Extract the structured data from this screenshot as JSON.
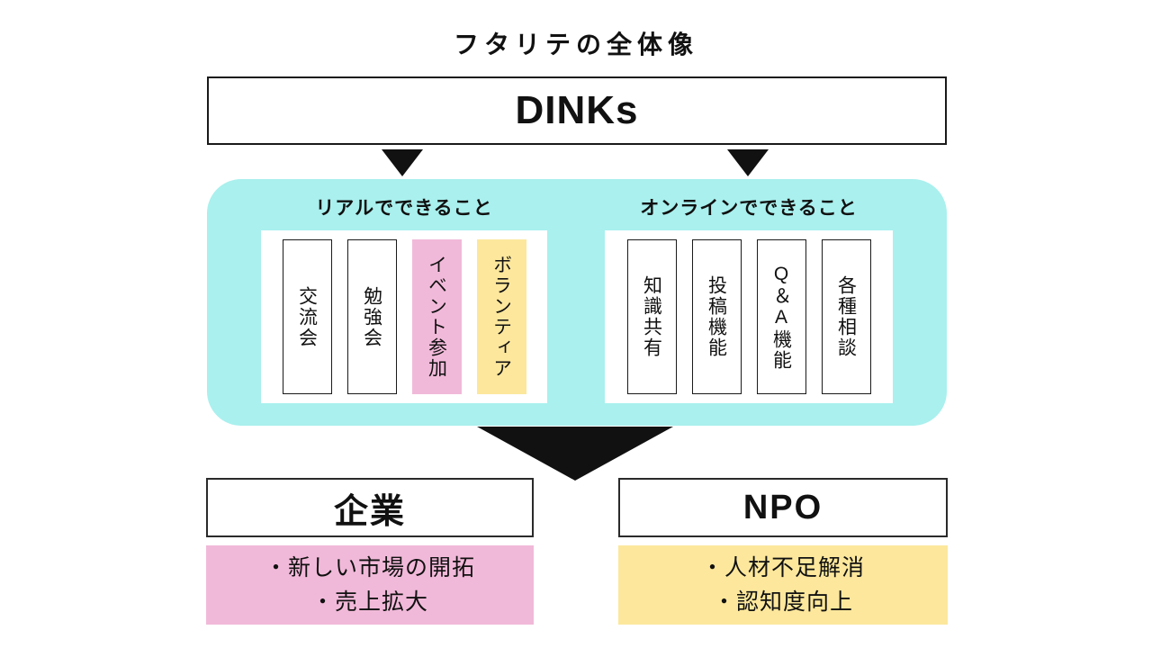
{
  "title": "フタリテの全体像",
  "top_box": {
    "label": "DINKs"
  },
  "sections": [
    {
      "title": "リアルでできること",
      "items": [
        {
          "label": "交流会",
          "highlight": "none"
        },
        {
          "label": "勉強会",
          "highlight": "none"
        },
        {
          "label": "イベント参加",
          "highlight": "pink"
        },
        {
          "label": "ボランティア",
          "highlight": "yellow"
        }
      ]
    },
    {
      "title": "オンラインでできること",
      "items": [
        {
          "label": "知識共有",
          "highlight": "none"
        },
        {
          "label": "投稿機能",
          "highlight": "none"
        },
        {
          "label": "Q＆A機能",
          "highlight": "none"
        },
        {
          "label": "各種相談",
          "highlight": "none"
        }
      ]
    }
  ],
  "bottom": [
    {
      "title": "企業",
      "benefits": [
        "・新しい市場の開拓",
        "・売上拡大"
      ],
      "highlight": "pink"
    },
    {
      "title": "NPO",
      "benefits": [
        "・人材不足解消",
        "・認知度向上"
      ],
      "highlight": "yellow"
    }
  ],
  "colors": {
    "cyan": "#a9f0ee",
    "pink": "#f1b9d9",
    "yellow": "#fce79c",
    "arrow": "#111111"
  }
}
